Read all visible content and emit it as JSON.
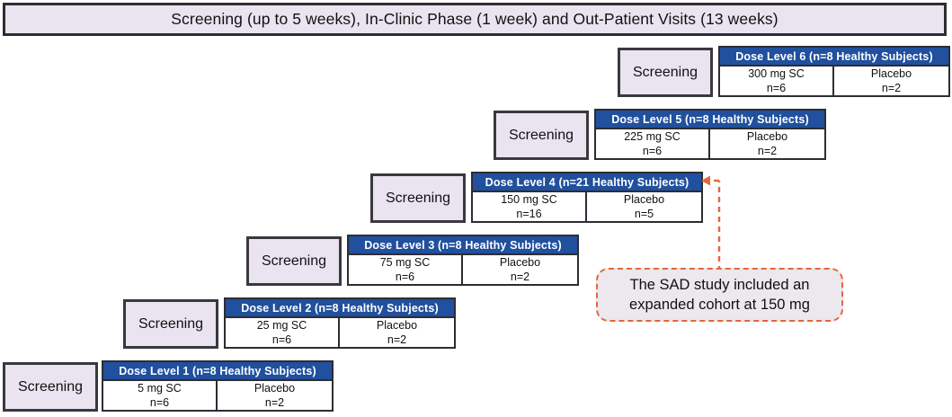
{
  "banner": {
    "text": "Screening (up to 5 weeks), In-Clinic Phase (1 week) and Out-Patient Visits (13 weeks)"
  },
  "screening_label": "Screening",
  "colors": {
    "header_blue": "#20509E",
    "lavender_fill": "#EAE4F0",
    "box_border": "#2E2C33",
    "callout_border": "#E2673A",
    "callout_fill": "#EDE7EE",
    "white": "#FFFFFF",
    "text": "#111111"
  },
  "chart_data": {
    "type": "diagram",
    "title": "Screening (up to 5 weeks), In-Clinic Phase (1 week) and Out-Patient Visits (13 weeks)",
    "cohorts": [
      {
        "level": 6,
        "header": "Dose Level 6 (n=8 Healthy Subjects)",
        "total_n": 8,
        "active_dose": "300 mg SC",
        "active_n": "n=6",
        "placebo_label": "Placebo",
        "placebo_n": "n=2"
      },
      {
        "level": 5,
        "header": "Dose Level 5 (n=8 Healthy Subjects)",
        "total_n": 8,
        "active_dose": "225 mg SC",
        "active_n": "n=6",
        "placebo_label": "Placebo",
        "placebo_n": "n=2"
      },
      {
        "level": 4,
        "header": "Dose Level 4 (n=21 Healthy Subjects)",
        "total_n": 21,
        "active_dose": "150 mg SC",
        "active_n": "n=16",
        "placebo_label": "Placebo",
        "placebo_n": "n=5"
      },
      {
        "level": 3,
        "header": "Dose Level 3 (n=8 Healthy Subjects)",
        "total_n": 8,
        "active_dose": "75 mg SC",
        "active_n": "n=6",
        "placebo_label": "Placebo",
        "placebo_n": "n=2"
      },
      {
        "level": 2,
        "header": "Dose Level 2 (n=8 Healthy Subjects)",
        "total_n": 8,
        "active_dose": "25 mg SC",
        "active_n": "n=6",
        "placebo_label": "Placebo",
        "placebo_n": "n=2"
      },
      {
        "level": 1,
        "header": "Dose Level 1 (n=8 Healthy Subjects)",
        "total_n": 8,
        "active_dose": "5 mg SC",
        "active_n": "n=6",
        "placebo_label": "Placebo",
        "placebo_n": "n=2"
      }
    ],
    "annotation": {
      "line1": "The SAD study included an",
      "line2": "expanded cohort at 150 mg",
      "points_to": "Dose Level 4 (n=21 Healthy Subjects)"
    }
  }
}
